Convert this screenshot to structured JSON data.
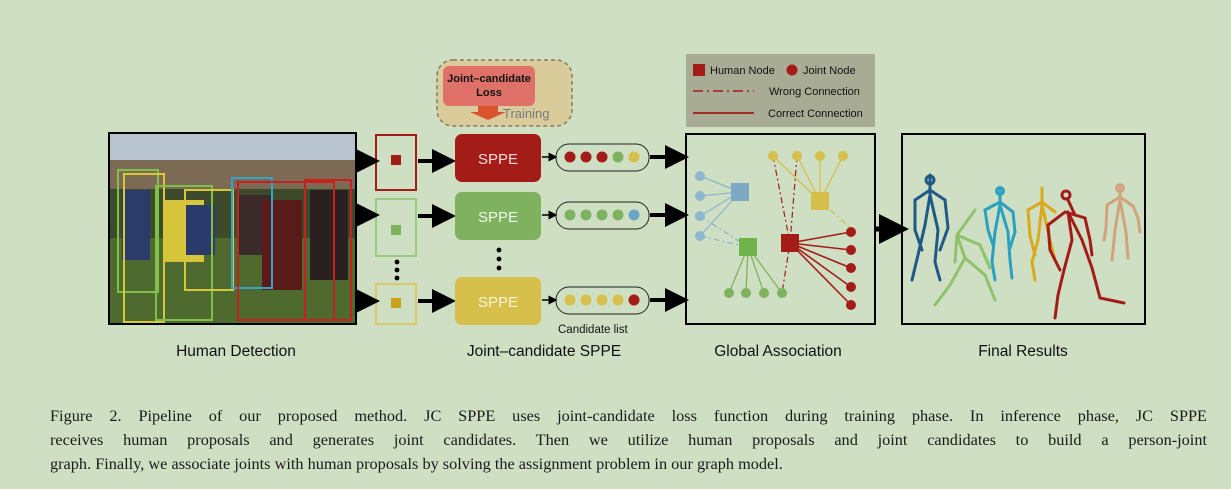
{
  "legend": {
    "human_node": "Human Node",
    "joint_node": "Joint Node",
    "wrong_connection": "Wrong Connection",
    "correct_connection": "Correct Connection",
    "colors": {
      "human": "#a41c18",
      "joint": "#a41c18"
    }
  },
  "loss_box": {
    "line1": "Joint–candidate",
    "line2": "Loss",
    "training": "Training"
  },
  "sppe": {
    "label": "SPPE",
    "colors": [
      "#a41c18",
      "#7fb25f",
      "#d6bf4a"
    ]
  },
  "candidate_list_label": "Candidate list",
  "stage_labels": {
    "detection": "Human Detection",
    "sppe": "Joint–candidate SPPE",
    "association": "Global Association",
    "results": "Final Results"
  },
  "caption": {
    "lines": [
      "Figure 2. Pipeline of our proposed method. JC SPPE uses joint-candidate loss function during training phase. In inference phase, JC SPPE",
      "receives human proposals and generates joint candidates.  Then we utilize human proposals and joint candidates to build a person-joint",
      "graph. Finally, we associate joints with human proposals by solving the assignment problem in our graph model."
    ]
  }
}
